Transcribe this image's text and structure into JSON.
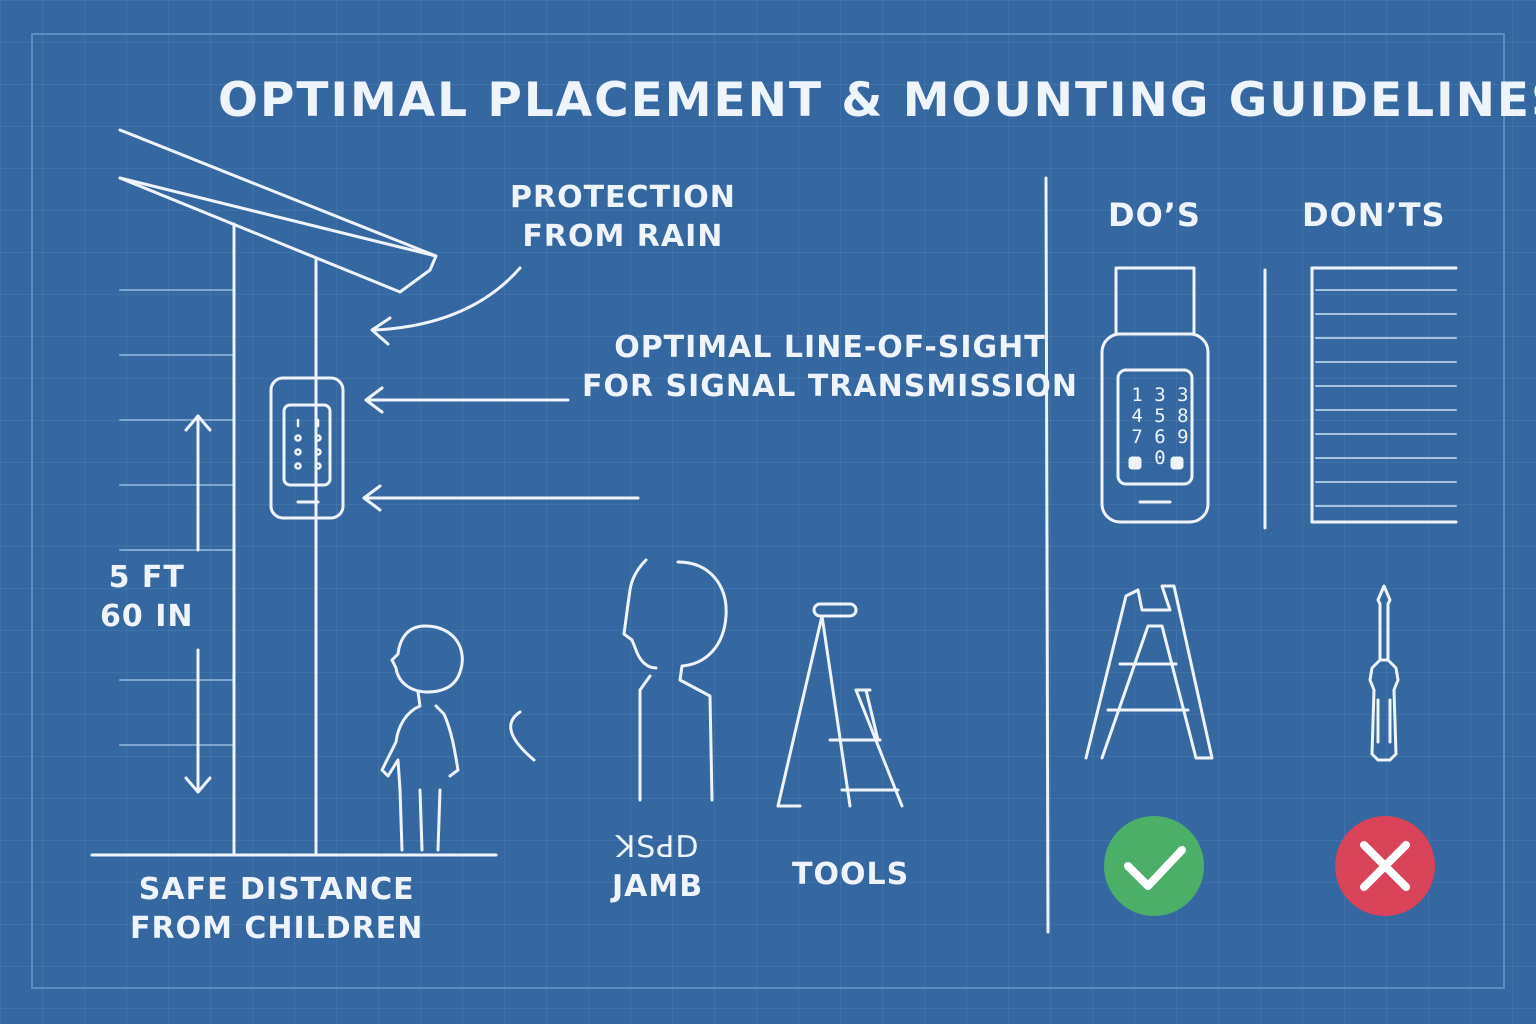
{
  "title": "OPTIMAL PLACEMENT & MOUNTING GUIDELINES",
  "callouts": {
    "rain_line1": "PROTECTION",
    "rain_line2": "FROM RAIN",
    "los_line1": "OPTIMAL LINE-OF-SIGHT",
    "los_line2": "FOR SIGNAL TRANSMISSION",
    "height_line1": "5 FT",
    "height_line2": "60 IN",
    "safe_line1": "SAFE DISTANCE",
    "safe_line2": "FROM CHILDREN",
    "jamb_line1": "ꓘꓢꓒꓓ",
    "jamb_line2": "JAMB",
    "tools": "TOOLS"
  },
  "columns": {
    "dos": "DO’S",
    "donts": "DON’TS"
  },
  "keypad": {
    "row1": "1 3 3",
    "row2": "4 5 8",
    "row3": "7 6 9",
    "row4": "0"
  },
  "icons": {
    "do": "check-icon",
    "dont": "cross-icon",
    "ladder": "ladder-icon",
    "screwdriver": "screwdriver-icon",
    "step_ladder": "step-ladder-icon"
  },
  "colors": {
    "background": "#3568a0",
    "line": "#eef4fb",
    "grid": "#4a7db3",
    "check": "#4caf68",
    "cross": "#d84358"
  }
}
